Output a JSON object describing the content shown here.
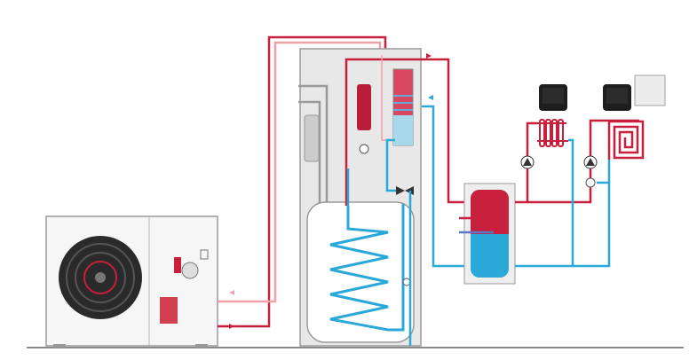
{
  "diagram": {
    "colors": {
      "hot_pipe": "#c8203c",
      "hot_pipe_light": "#f0a0a8",
      "cold_pipe": "#2aa8d8",
      "refrigerant_pipe": "#9a9a9a",
      "unit_body": "#f4f4f4",
      "unit_outline": "#9a9a9a",
      "tower_body": "#e6e6e6",
      "thermostat": "#1e1e1e",
      "ground": "#8a8a8a"
    },
    "components": [
      {
        "name": "outdoor-heat-pump-unit",
        "icon": "fan-icon"
      },
      {
        "name": "indoor-tower-unit"
      },
      {
        "name": "domestic-hot-water-tank",
        "icon": "coil-icon"
      },
      {
        "name": "buffer-tank"
      },
      {
        "name": "radiator",
        "icon": "radiator-icon"
      },
      {
        "name": "underfloor-heating",
        "icon": "spiral-icon"
      },
      {
        "name": "room-thermostat-1",
        "icon": "thermostat-icon"
      },
      {
        "name": "room-thermostat-2",
        "icon": "thermostat-icon"
      },
      {
        "name": "control-panel"
      }
    ]
  }
}
